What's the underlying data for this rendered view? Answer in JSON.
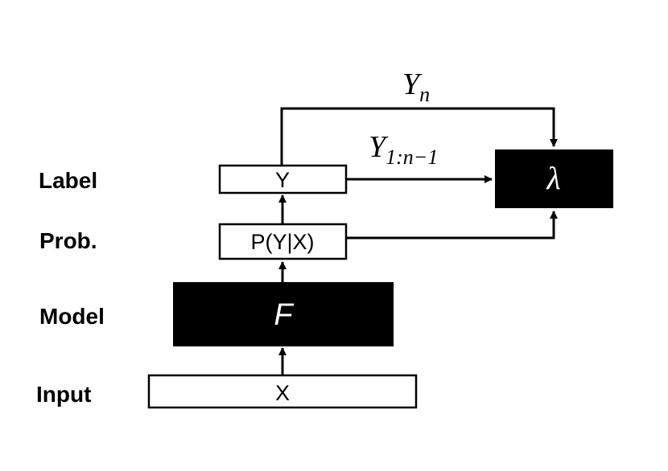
{
  "labels": {
    "label": "Label",
    "prob": "Prob.",
    "model": "Model",
    "input": "Input"
  },
  "boxes": {
    "y": "Y",
    "prob": "P(Y|X)",
    "model": "F",
    "input": "X",
    "lambda": "λ"
  },
  "edges": {
    "top_label_main": "Y",
    "top_label_sub": "n",
    "mid_label_main": "Y",
    "mid_label_sub": "1:n−1"
  },
  "colors": {
    "ink": "#000000",
    "paper": "#ffffff"
  }
}
